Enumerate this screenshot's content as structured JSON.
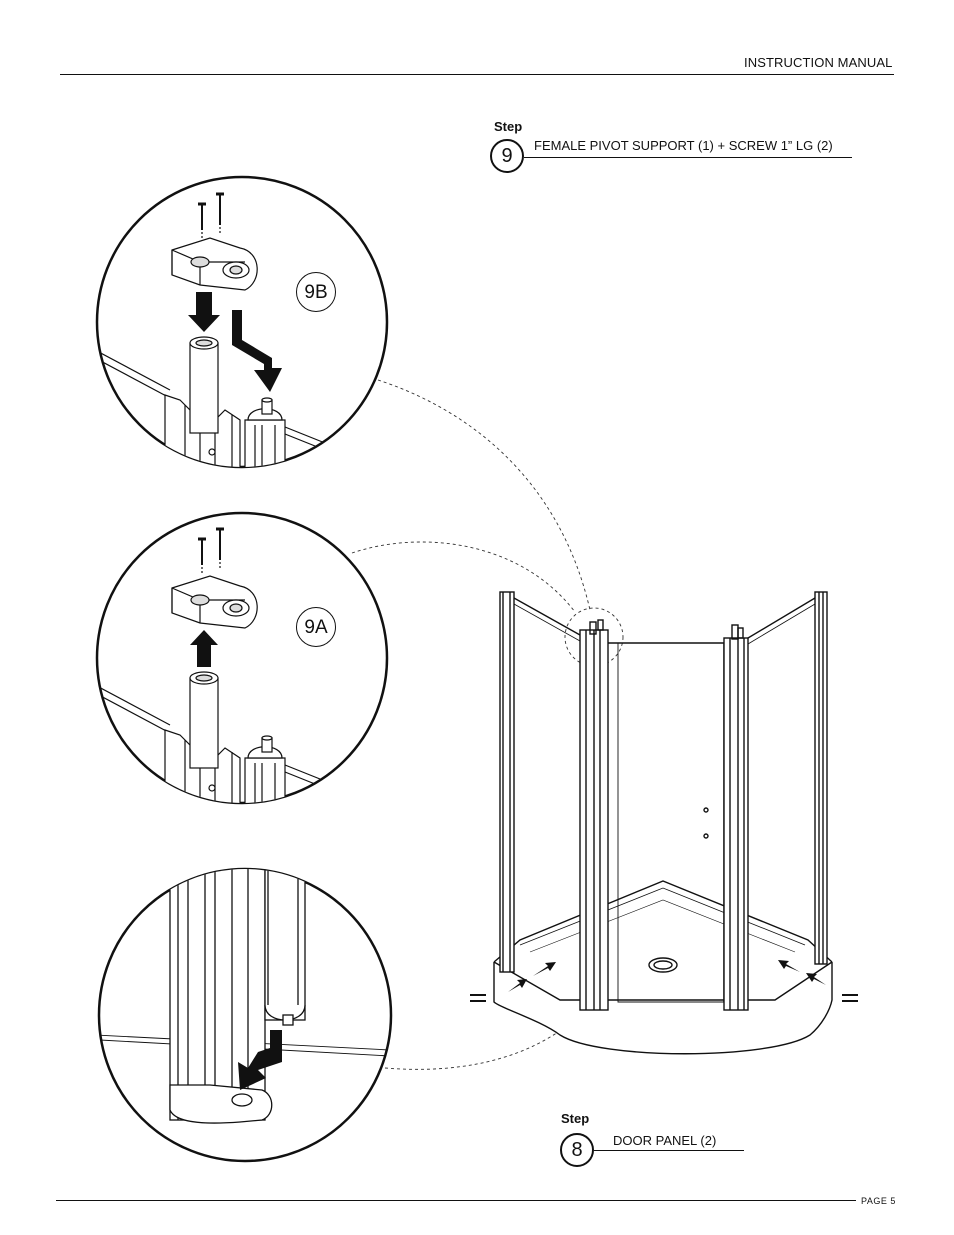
{
  "header": {
    "title": "INSTRUCTION MANUAL"
  },
  "footer": {
    "page": "PAGE 5"
  },
  "step9": {
    "label": "Step",
    "number": "9",
    "description": "FEMALE PIVOT SUPPORT (1) + SCREW 1” LG (2)"
  },
  "step8": {
    "label": "Step",
    "number": "8",
    "description": "DOOR  PANEL (2)"
  },
  "details": {
    "top": "9B",
    "middle": "9A"
  }
}
